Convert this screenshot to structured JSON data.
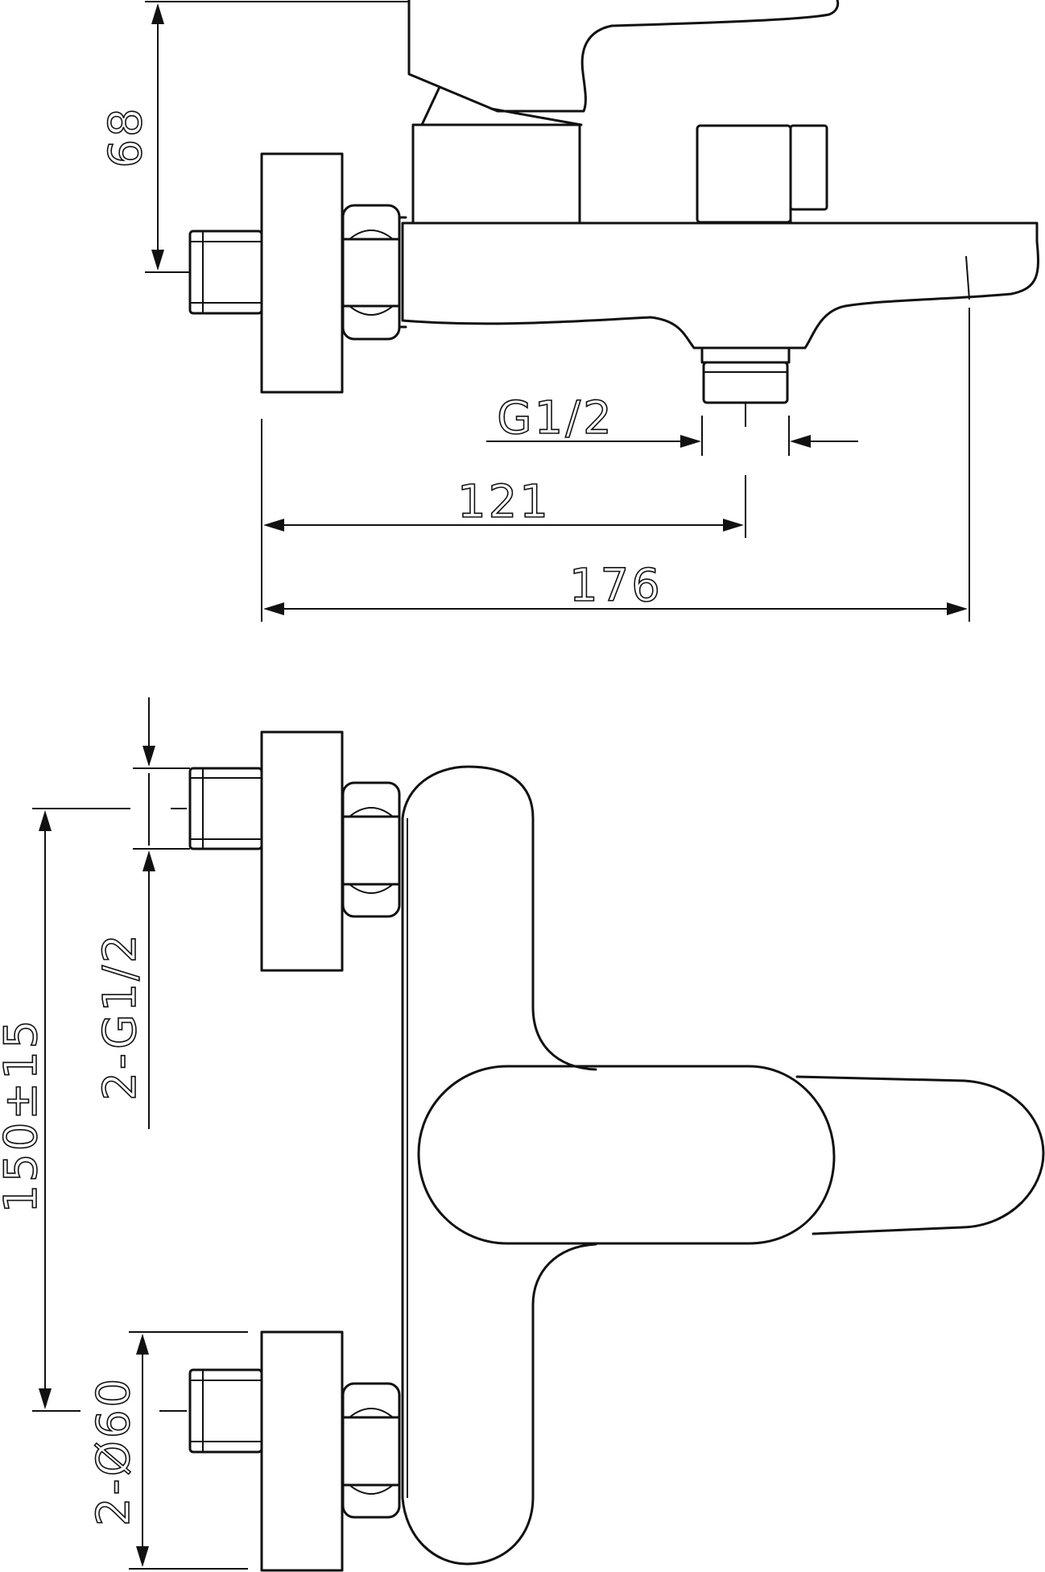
{
  "dimensions": {
    "height_68": "68",
    "thread_g12": "G1/2",
    "length_121": "121",
    "length_176": "176",
    "thread_2g12": "2-G1/2",
    "spacing_150": "150±15",
    "diameter_60": "2-Ø60"
  },
  "colors": {
    "line": "#111111",
    "background": "#ffffff"
  }
}
